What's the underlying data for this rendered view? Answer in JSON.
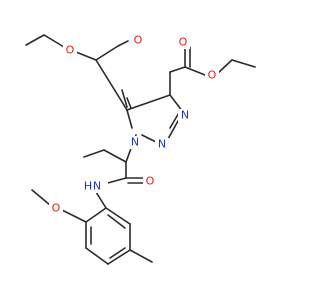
{
  "molecule": {
    "atoms": {
      "o_top_left": "O",
      "o_top_left_carbonyl": "O",
      "o_top_right_carbonyl": "O",
      "o_top_right": "O",
      "n1": "N",
      "n2": "N",
      "n3": "N",
      "nh": "N",
      "h_on_n": "H",
      "o_amide": "O",
      "o_methoxy": "O"
    }
  }
}
